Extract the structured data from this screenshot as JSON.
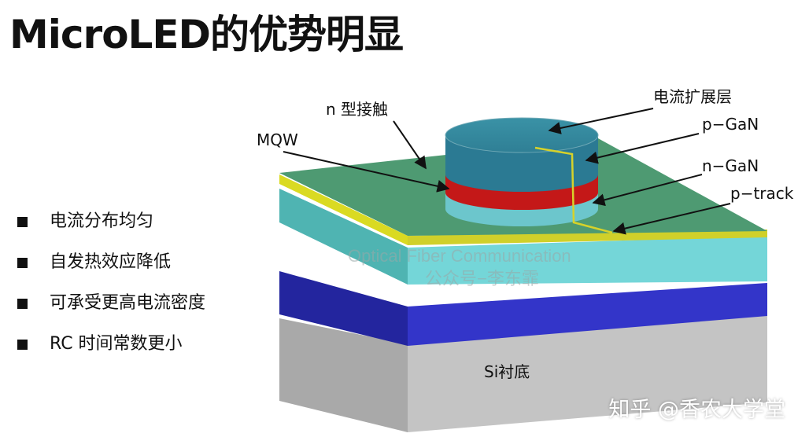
{
  "title": "MicroLED的优势明显",
  "bullets": [
    "电流分布均匀",
    "自发热效应降低",
    "可承受更高电流密度",
    "RC 时间常数更小"
  ],
  "diagram": {
    "labels": {
      "n_contact": "n 型接触",
      "spreading_layer": "电流扩展层",
      "p_gan": "p−GaN",
      "mqw": "MQW",
      "n_gan": "n−GaN",
      "p_track": "p−track",
      "substrate": "Si衬底"
    },
    "watermark": {
      "line1": "Optical Fiber Communication",
      "line2": "公众号−李东霏"
    }
  },
  "credit": "知乎 @香农大学堂",
  "colors": {
    "green": "#4f9b72",
    "cyan": "#6fd3d3",
    "blue": "#2f32c8",
    "gray": "#bdbdbd",
    "yellow": "#d8d622",
    "red": "#c81c1c",
    "cylinder_top": "#3e8fa0"
  }
}
